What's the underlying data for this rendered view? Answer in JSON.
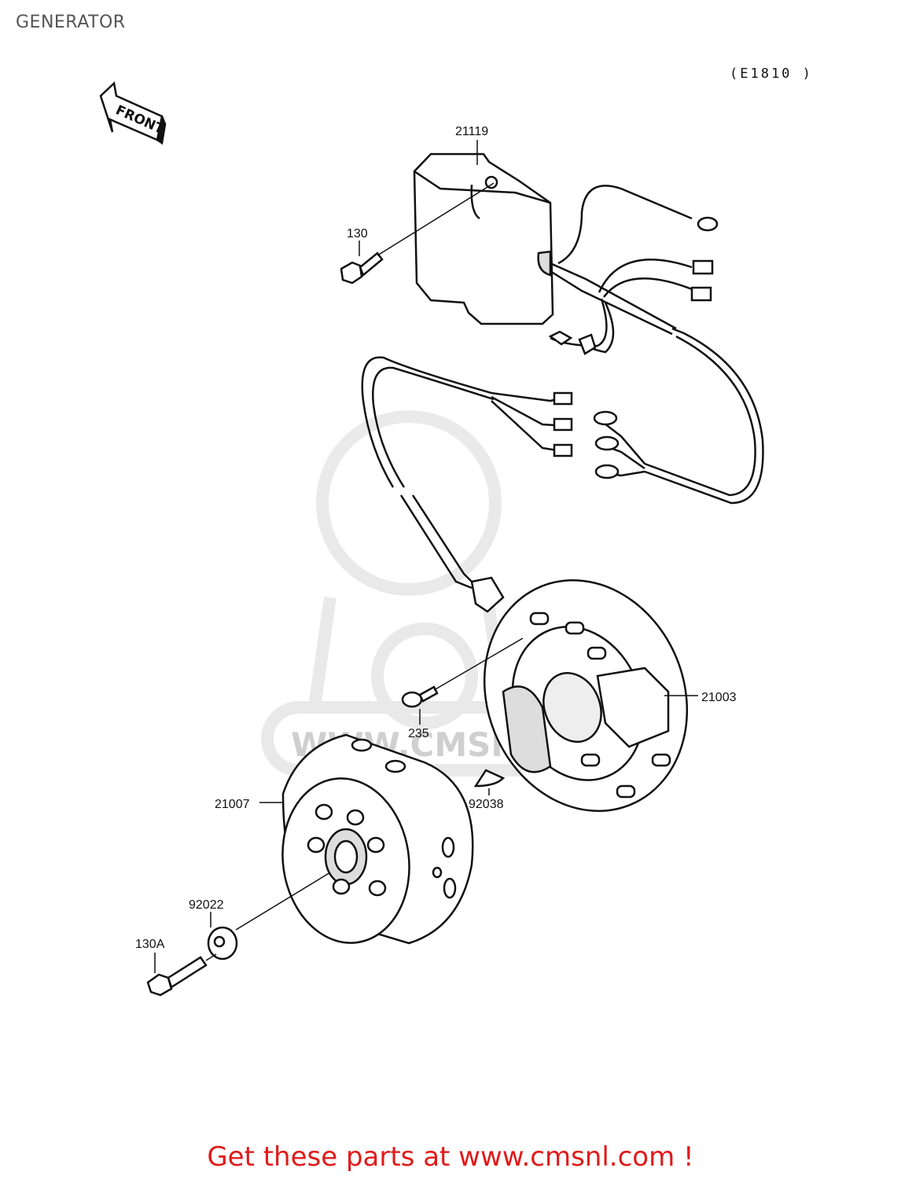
{
  "page": {
    "title": "GENERATOR",
    "diagram_code": "(E1810 )"
  },
  "diagram": {
    "direction_arrow": {
      "label": "FRONT",
      "icon": "front-arrow-icon"
    },
    "watermark": {
      "text": "WWW.CMSNL.COM",
      "icon": "cmsnl-mascot-logo"
    },
    "parts": [
      {
        "number": "21119",
        "name": "regulator"
      },
      {
        "number": "130",
        "name": "regulator-bolt"
      },
      {
        "number": "21003",
        "name": "stator"
      },
      {
        "number": "235",
        "name": "stator-screw"
      },
      {
        "number": "92038",
        "name": "woodruff-key"
      },
      {
        "number": "21007",
        "name": "flywheel"
      },
      {
        "number": "92022",
        "name": "washer"
      },
      {
        "number": "130A",
        "name": "flywheel-bolt"
      }
    ]
  },
  "footer": {
    "text": "Get these parts at www.cmsnl.com !",
    "color": "#e01a1a"
  }
}
